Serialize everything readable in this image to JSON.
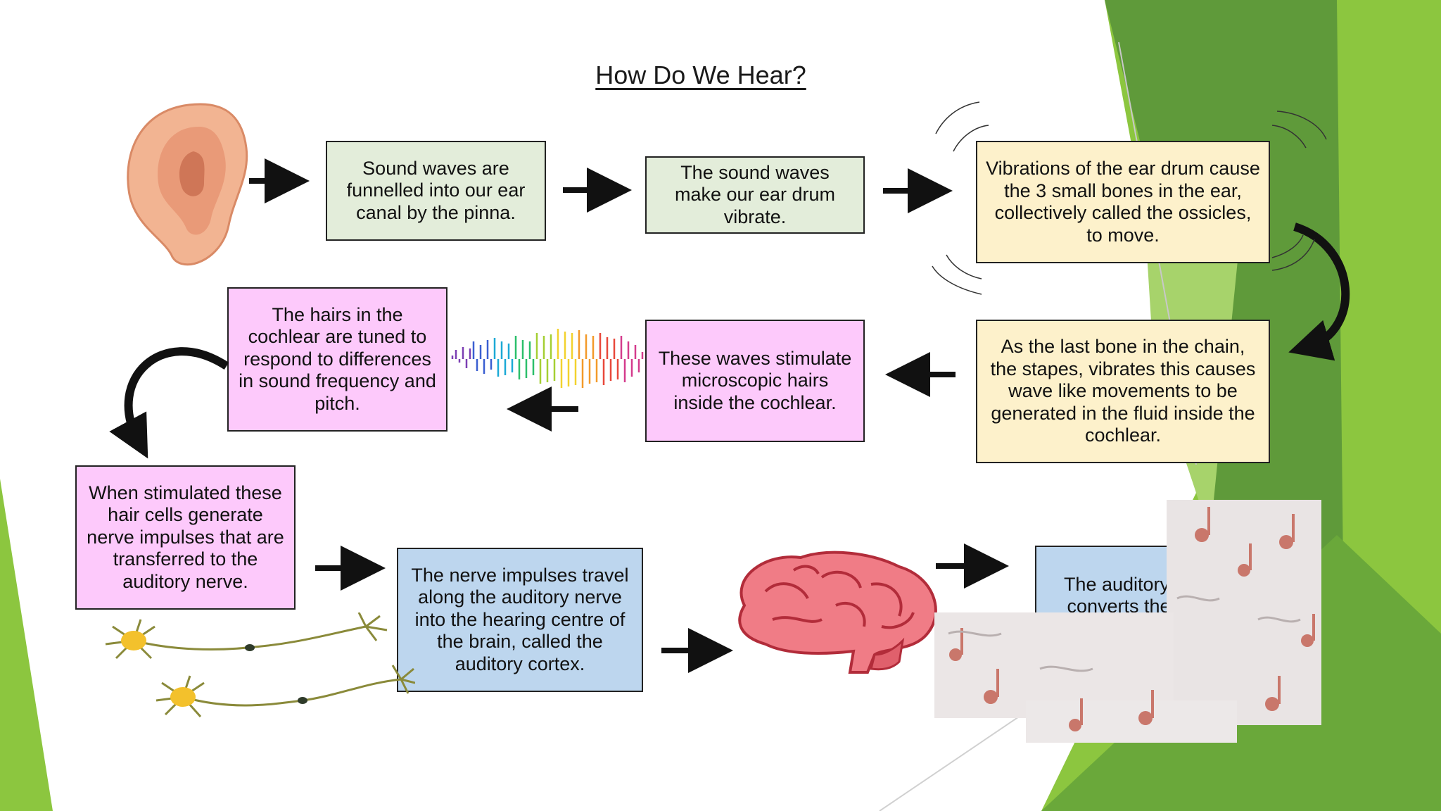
{
  "title": "How Do We Hear?",
  "steps": [
    {
      "text": "Sound waves are funnelled into our ear canal by the pinna."
    },
    {
      "text": "The sound waves make our ear drum vibrate."
    },
    {
      "text": "Vibrations of the ear drum cause the 3 small bones in the ear, collectively called the ossicles, to move."
    },
    {
      "text": "As the last bone in the chain, the stapes, vibrates this causes wave like movements to be generated in the fluid inside the cochlear."
    },
    {
      "text": "These waves stimulate microscopic hairs inside the cochlear."
    },
    {
      "text": "The hairs in the cochlear are tuned to respond to differences in sound frequency and pitch."
    },
    {
      "text": "When stimulated these hair cells generate nerve impulses that are transferred to the auditory nerve."
    },
    {
      "text": "The nerve impulses travel along the auditory nerve into the hearing centre of the brain, called the auditory cortex."
    },
    {
      "text": "The auditory cortex converts the nerve impulses into the sound that we hear."
    }
  ],
  "colors": {
    "green_box": "#e3edda",
    "yellow_box": "#fdf1cb",
    "pink_box": "#fdc9fb",
    "blue_box": "#bdd6ee",
    "accent_green": "#8cc63f",
    "dark_green": "#5f9a3a",
    "arrow": "#111111"
  },
  "images": {
    "ear": "ear-illustration",
    "sound_wave": "rainbow-sound-wave",
    "neurons": "neuron-illustration",
    "brain": "brain-illustration",
    "music_notes": "music-notes-collage"
  }
}
